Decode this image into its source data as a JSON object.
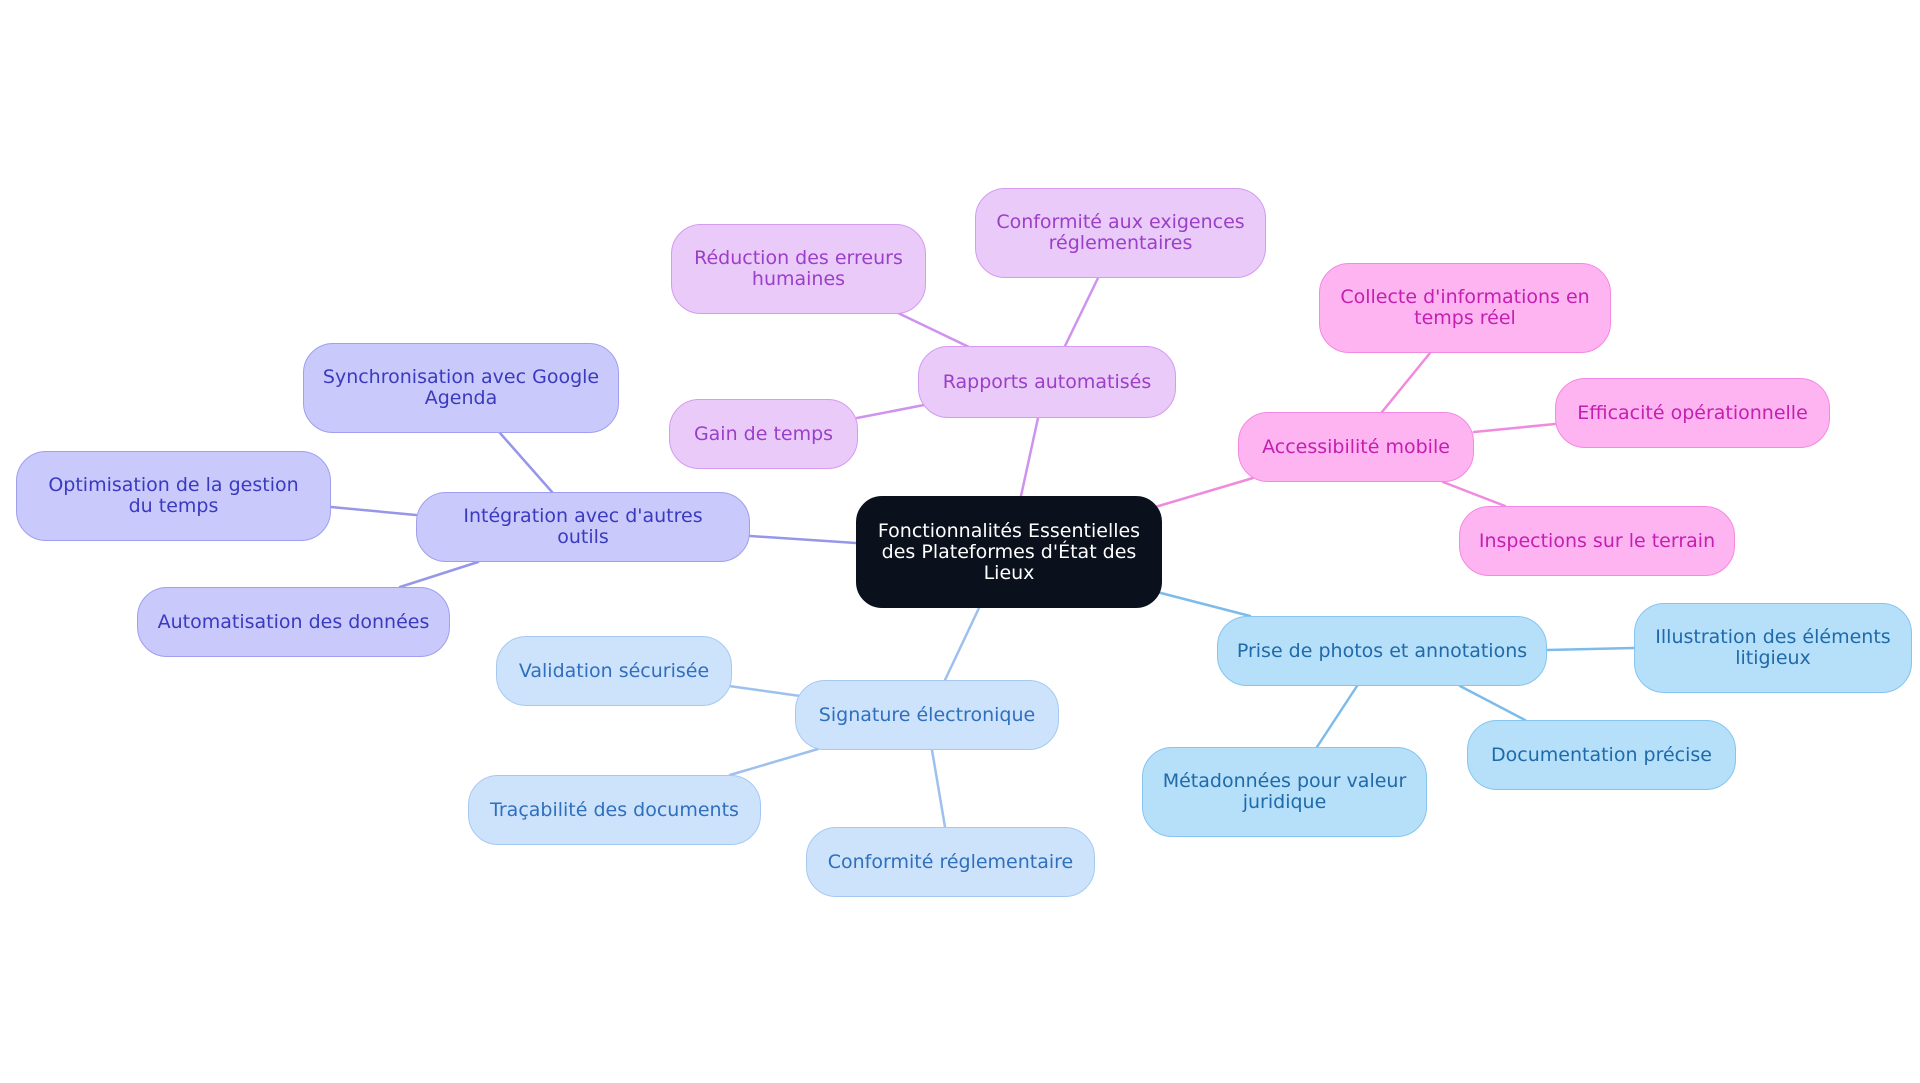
{
  "root": {
    "label": "Fonctionnalités Essentielles des Plateformes d'État des Lieux"
  },
  "colors": {
    "root": {
      "bg": "#0b111c",
      "border": "#0b111c",
      "text": "#ffffff",
      "line": "#9a9ae8"
    },
    "purple": {
      "bg": "#e9caf9",
      "border": "#d49bf0",
      "text": "#9b3fc8",
      "line": "#cf92ee"
    },
    "pink": {
      "bg": "#fdb4f1",
      "border": "#f489e2",
      "text": "#c41fb0",
      "line": "#f08ade"
    },
    "indigo": {
      "bg": "#c9c9fb",
      "border": "#9f9ff0",
      "text": "#3a3abf",
      "line": "#9696ea"
    },
    "lightblue": {
      "bg": "#cde3fb",
      "border": "#a6c9f2",
      "text": "#2f6fbd",
      "line": "#9dc0ee"
    },
    "skyblue": {
      "bg": "#b6dffa",
      "border": "#85c5ef",
      "text": "#1f6aa8",
      "line": "#7dbbea"
    }
  },
  "branches": [
    {
      "id": "rapports",
      "label": "Rapports automatisés",
      "theme": "purple",
      "children": [
        "Conformité aux exigences réglementaires",
        "Réduction des erreurs humaines",
        "Gain de temps"
      ]
    },
    {
      "id": "mobile",
      "label": "Accessibilité mobile",
      "theme": "pink",
      "children": [
        "Collecte d'informations en temps réel",
        "Efficacité opérationnelle",
        "Inspections sur le terrain"
      ]
    },
    {
      "id": "integration",
      "label": "Intégration avec d'autres outils",
      "theme": "indigo",
      "children": [
        "Synchronisation avec Google Agenda",
        "Optimisation de la gestion du temps",
        "Automatisation des données"
      ]
    },
    {
      "id": "signature",
      "label": "Signature électronique",
      "theme": "lightblue",
      "children": [
        "Validation sécurisée",
        "Traçabilité des documents",
        "Conformité réglementaire"
      ]
    },
    {
      "id": "photos",
      "label": "Prise de photos et annotations",
      "theme": "skyblue",
      "children": [
        "Illustration des éléments litigieux",
        "Documentation précise",
        "Métadonnées pour valeur juridique"
      ]
    }
  ]
}
